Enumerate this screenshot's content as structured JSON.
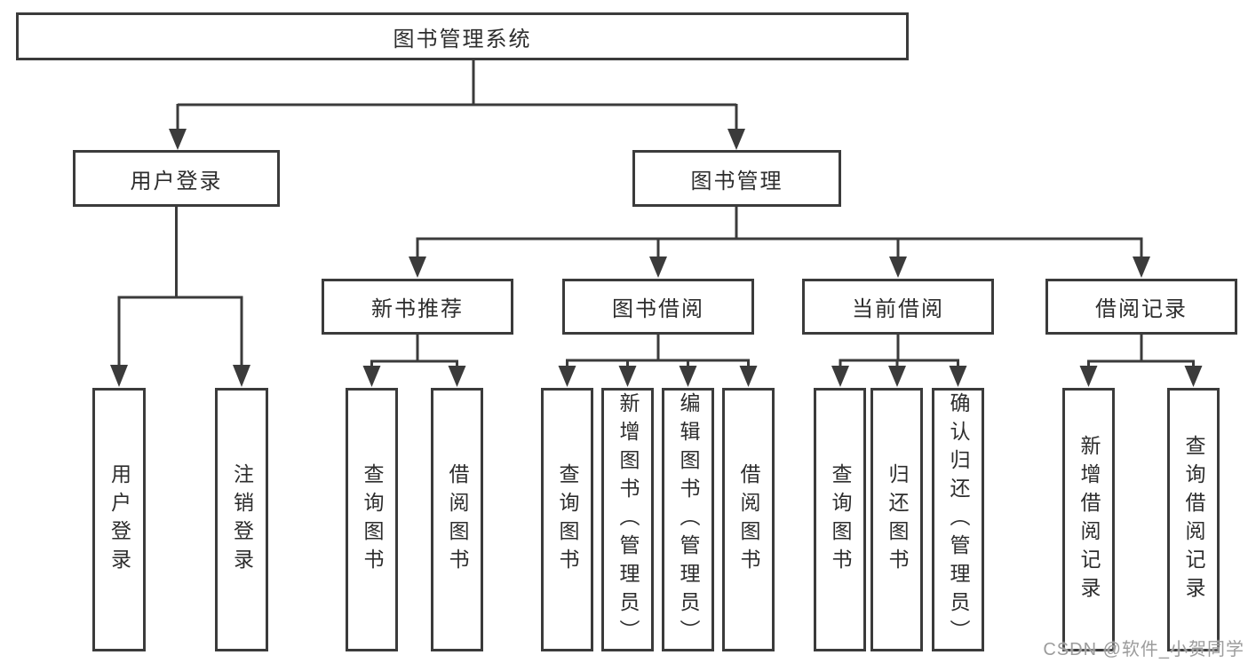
{
  "tree": {
    "root": {
      "label": "图书管理系统",
      "children": [
        {
          "label": "用户登录",
          "children": [
            {
              "label": "用户登录"
            },
            {
              "label": "注销登录"
            }
          ]
        },
        {
          "label": "图书管理",
          "children": [
            {
              "label": "新书推荐",
              "children": [
                {
                  "label": "查询图书"
                },
                {
                  "label": "借阅图书"
                }
              ]
            },
            {
              "label": "图书借阅",
              "children": [
                {
                  "label": "查询图书"
                },
                {
                  "label": "新增图书（管理员）"
                },
                {
                  "label": "编辑图书（管理员）"
                },
                {
                  "label": "借阅图书"
                }
              ]
            },
            {
              "label": "当前借阅",
              "children": [
                {
                  "label": "查询图书"
                },
                {
                  "label": "归还图书"
                },
                {
                  "label": "确认归还（管理员）"
                }
              ]
            },
            {
              "label": "借阅记录",
              "children": [
                {
                  "label": "新增借阅记录"
                },
                {
                  "label": "查询借阅记录"
                }
              ]
            }
          ]
        }
      ]
    }
  },
  "watermark": {
    "text": "CSDN @软件_小贺同学"
  },
  "colors": {
    "line": "#3b3b3b",
    "text": "#2d2d2d",
    "watermark": "#9c9c9c",
    "background": "#ffffff"
  }
}
